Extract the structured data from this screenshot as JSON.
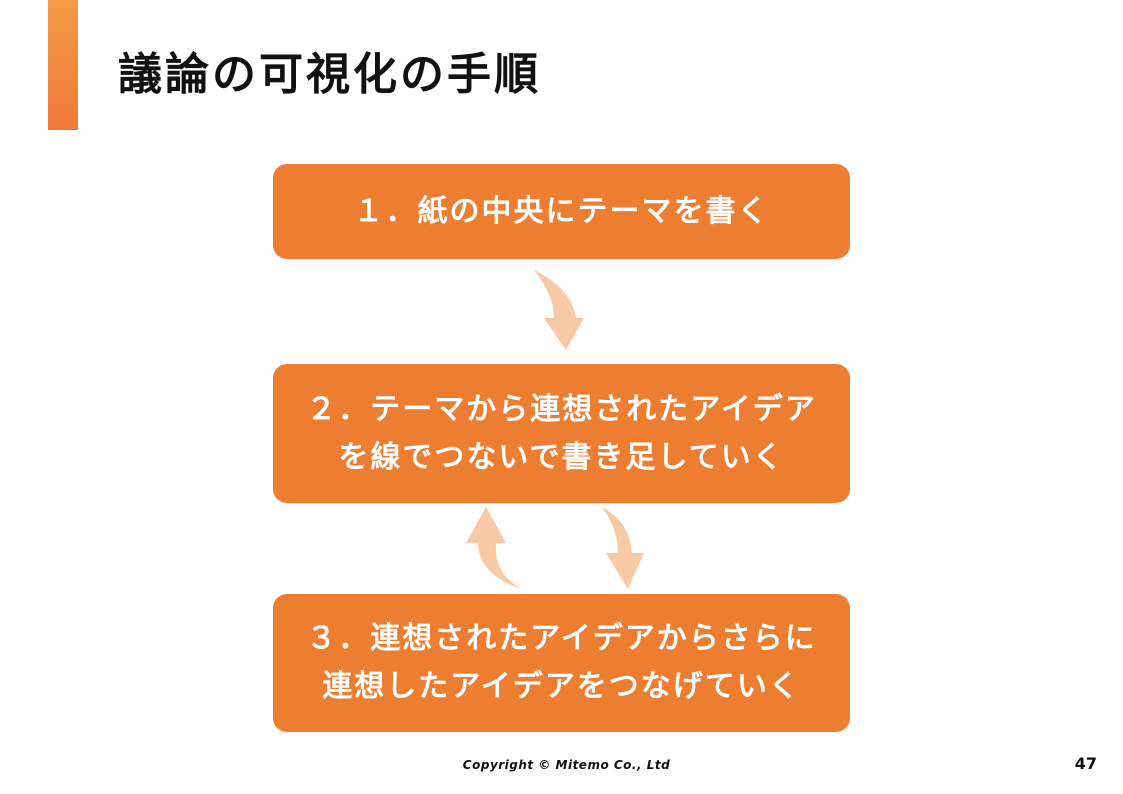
{
  "title": "議論の可視化の手順",
  "steps": [
    {
      "label": "１．紙の中央にテーマを書く"
    },
    {
      "label": "２．テーマから連想されたアイデアを線でつないで書き足していく"
    },
    {
      "label": "３．連想されたアイデアからさらに連想したアイデアをつなげていく"
    }
  ],
  "footer": {
    "copyright": "Copyright © Mitemo Co., Ltd",
    "page_number": "47"
  },
  "colors": {
    "accent": "#ed7d31",
    "arrow": "#f8c9a5",
    "text": "#111111"
  },
  "icons": {
    "arrow_down": "curved-arrow-down-icon",
    "arrow_up": "curved-arrow-up-icon"
  }
}
